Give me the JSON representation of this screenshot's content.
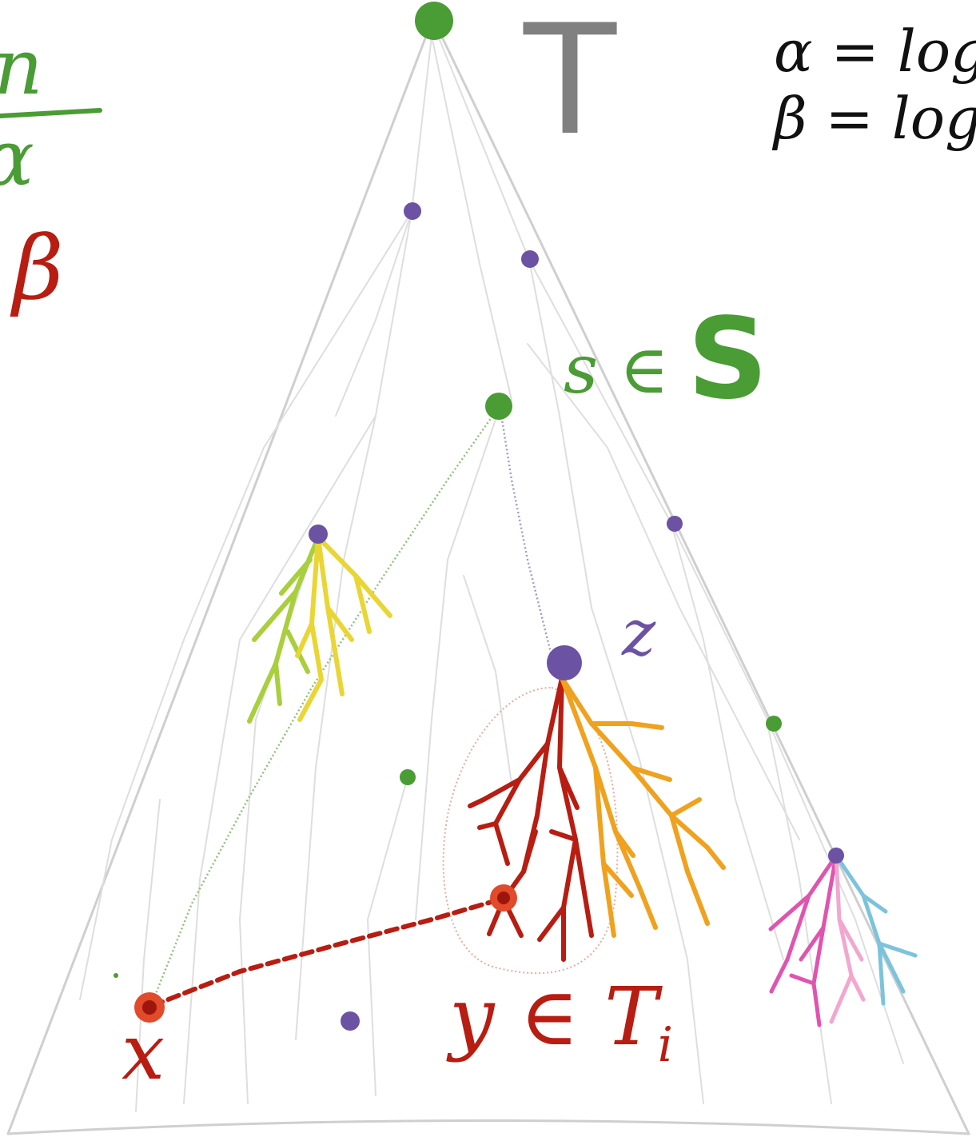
{
  "labels": {
    "tree": "T",
    "alpha_line": "α = log",
    "beta_line": "β = log",
    "frac_num": "n",
    "frac_den": "α",
    "left_beta": "β",
    "s_in_S_prefix": "s ∈",
    "s_in_S_set": "S",
    "z": "z",
    "y_in_Ti": "y ∈ T",
    "y_in_Ti_sub": "i",
    "x": "x"
  },
  "colors": {
    "green": "#4a9c35",
    "purple": "#6b52a3",
    "red": "#b81d12",
    "orange": "#f0a11e",
    "lime": "#a9cf3d",
    "yellow": "#e9d634",
    "pink": "#e054b0",
    "lightpink": "#f2a7cf",
    "lightblue": "#7cc3dc",
    "gray": "#808080",
    "pencil": "#c8c8c8",
    "black": "#111111"
  }
}
